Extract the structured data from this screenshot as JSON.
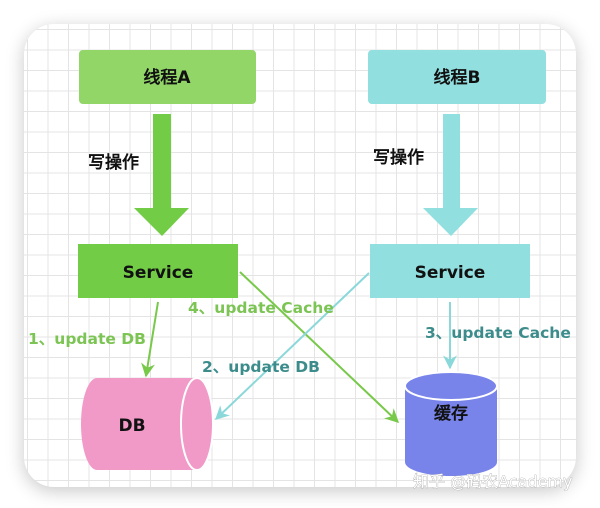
{
  "colors": {
    "thread_a": "#92d668",
    "service_a": "#72cc46",
    "thread_b": "#92dfe0",
    "service_b": "#92dfe0",
    "green_line": "#78c84a",
    "cyan_line": "#8ad8da",
    "green_text": "#7cc454",
    "teal_text": "#3d8c8c",
    "db": "#f19ac8",
    "cache": "#7884ea"
  },
  "nodes": {
    "thread_a": "线程A",
    "thread_b": "线程B",
    "service_a": "Service",
    "service_b": "Service",
    "db": "DB",
    "cache": "缓存"
  },
  "operations": {
    "write_a": "写操作",
    "write_b": "写操作"
  },
  "steps": {
    "step1": "1、update DB",
    "step2": "2、update DB",
    "step3": "3、update Cache",
    "step4": "4、update Cache"
  },
  "watermark": "知乎 @码农Academy"
}
